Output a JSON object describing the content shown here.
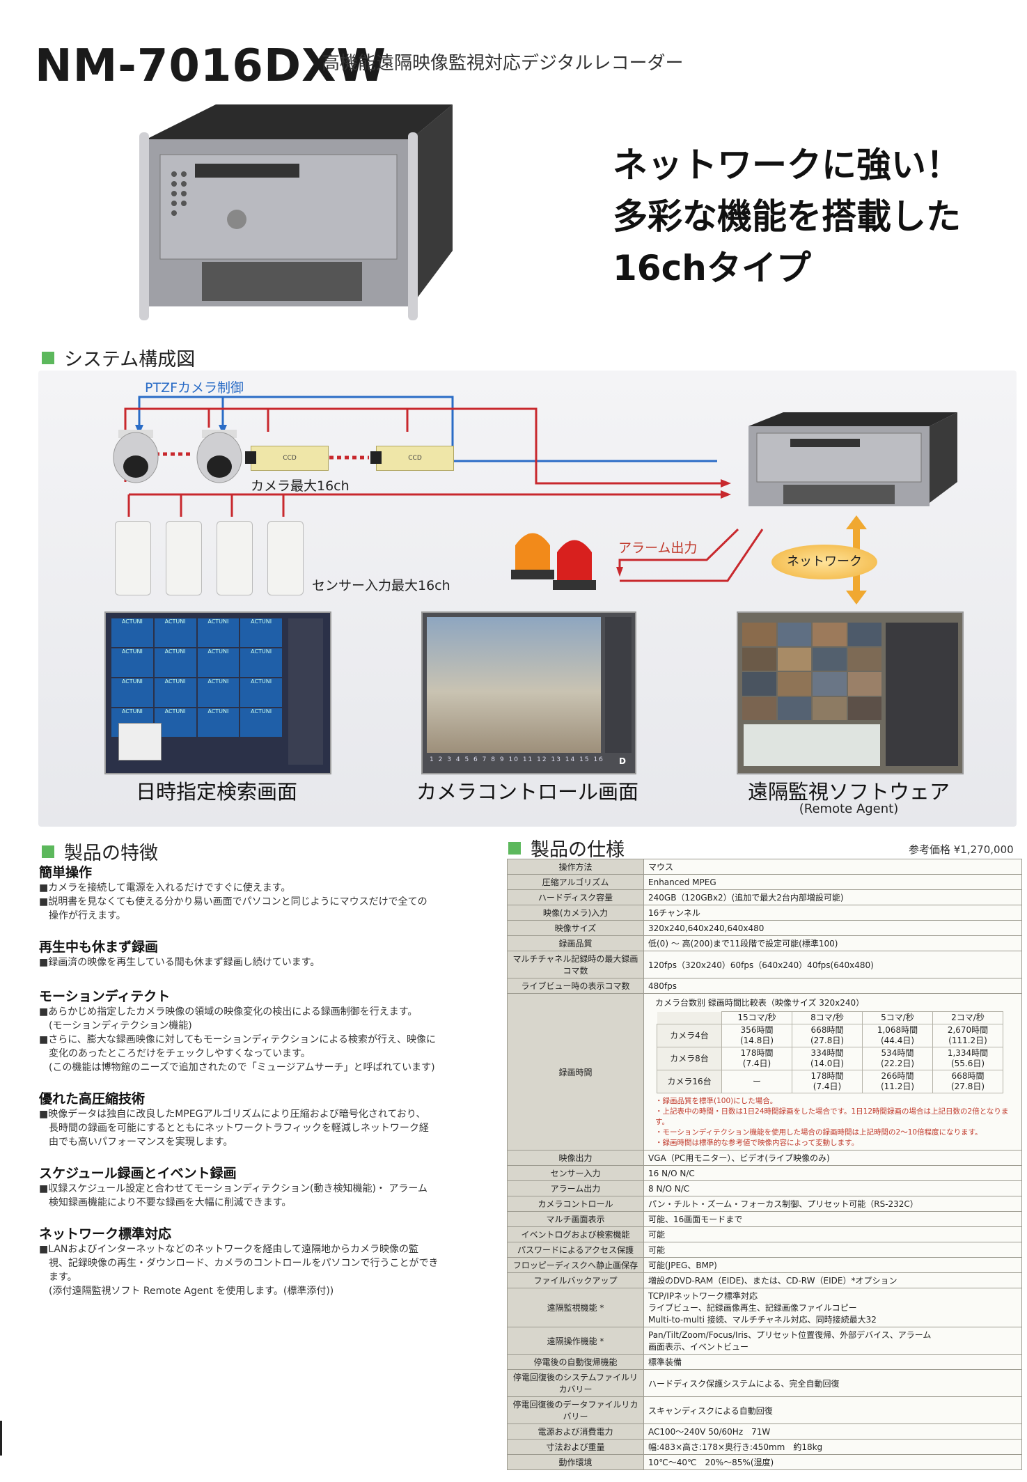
{
  "header": {
    "model": "NM-7016DXW",
    "subtitle": "高機能遠隔映像監視対応デジタルレコーダー",
    "slogan": [
      "ネットワークに強い！",
      "多彩な機能を搭載した",
      "16chタイプ"
    ]
  },
  "system": {
    "heading": "システム構成図",
    "ptz_label": "PTZFカメラ制御",
    "camera_label": "カメラ最大16ch",
    "sensor_label": "センサー入力最大16ch",
    "alarm_label": "アラーム出力",
    "network_label": "ネットワーク",
    "camera_text": "CCD",
    "screens": [
      {
        "caption": "日時指定検索画面",
        "sub": ""
      },
      {
        "caption": "カメラコントロール画面",
        "sub": ""
      },
      {
        "caption": "遠隔監視ソフトウェア",
        "sub": "(Remote Agent)"
      }
    ],
    "screen1_logo": "ACTUNI",
    "screen2_brand": "D",
    "screen2_channels": [
      "1",
      "2",
      "3",
      "4",
      "5",
      "6",
      "7",
      "8",
      "9",
      "10",
      "11",
      "12",
      "13",
      "14",
      "15",
      "16"
    ]
  },
  "features": {
    "heading": "製品の特徴",
    "items": [
      {
        "title": "簡単操作",
        "lines": [
          "■カメラを接続して電源を入れるだけですぐに使えます。",
          "■説明書を見なくても使える分かり易い画面でパソコンと同じようにマウスだけで全ての",
          "　操作が行えます。"
        ]
      },
      {
        "title": "再生中も休まず録画",
        "lines": [
          "■録画済の映像を再生している間も休まず録画し続けています。"
        ]
      },
      {
        "title": "モーションディテクト",
        "lines": [
          "■あらかじめ指定したカメラ映像の領域の映像変化の検出による録画制御を行えます。",
          "　(モーションディテクション機能)",
          "■さらに、膨大な録画映像に対してもモーションディテクションによる検索が行え、映像に",
          "　変化のあったところだけをチェックしやすくなっています。",
          "　(この機能は博物館のニーズで追加されたので「ミュージアムサーチ」と呼ばれています)"
        ]
      },
      {
        "title": "優れた高圧縮技術",
        "lines": [
          "■映像データは独自に改良したMPEGアルゴリズムにより圧縮および暗号化されており、",
          "　長時間の録画を可能にするとともにネットワークトラフィックを軽減しネットワーク経",
          "　由でも高いパフォーマンスを実現します。"
        ]
      },
      {
        "title": "スケジュール録画とイベント録画",
        "lines": [
          "■収録スケジュール設定と合わせてモーションディテクション(動き検知機能)・ アラーム",
          "　検知録画機能により不要な録画を大幅に削減できます。"
        ]
      },
      {
        "title": "ネットワーク標準対応",
        "lines": [
          "■LANおよびインターネットなどのネットワークを経由して遠隔地からカメラ映像の監",
          "　視、記録映像の再生・ダウンロード、カメラのコントロールをパソコンで行うことができ",
          "　ます。",
          "　(添付遠隔監視ソフト Remote Agent を使用します。(標準添付))"
        ]
      }
    ]
  },
  "spec": {
    "heading": "製品の仕様",
    "price": "参考価格 ¥1,270,000",
    "rows_top": [
      {
        "k": "操作方法",
        "v": "マウス"
      },
      {
        "k": "圧縮アルゴリズム",
        "v": "Enhanced MPEG"
      },
      {
        "k": "ハードディスク容量",
        "v": "240GB（120GBx2）(追加で最大2台内部増設可能)"
      },
      {
        "k": "映像(カメラ)入力",
        "v": "16チャンネル"
      },
      {
        "k": "映像サイズ",
        "v": "320x240,640x240,640x480"
      },
      {
        "k": "録画品質",
        "v": "低(0) ～ 高(200)まで11段階で設定可能(標準100)"
      },
      {
        "k": "マルチチャネル記録時の最大録画コマ数",
        "v": "120fps（320x240）60fps（640x240）40fps(640x480)"
      },
      {
        "k": "ライブビュー時の表示コマ数",
        "v": "480fps"
      }
    ],
    "rec": {
      "k": "録画時間",
      "title": "カメラ台数別 録画時間比較表（映像サイズ 320x240）",
      "cols": [
        "15コマ/秒",
        "8コマ/秒",
        "5コマ/秒",
        "2コマ/秒"
      ],
      "rows": [
        {
          "label": "カメラ4台",
          "cells": [
            [
              "356時間",
              "(14.8日)"
            ],
            [
              "668時間",
              "(27.8日)"
            ],
            [
              "1,068時間",
              "(44.4日)"
            ],
            [
              "2,670時間",
              "(111.2日)"
            ]
          ]
        },
        {
          "label": "カメラ8台",
          "cells": [
            [
              "178時間",
              "(7.4日)"
            ],
            [
              "334時間",
              "(14.0日)"
            ],
            [
              "534時間",
              "(22.2日)"
            ],
            [
              "1,334時間",
              "(55.6日)"
            ]
          ]
        },
        {
          "label": "カメラ16台",
          "cells": [
            [
              "ー",
              ""
            ],
            [
              "178時間",
              "(7.4日)"
            ],
            [
              "266時間",
              "(11.2日)"
            ],
            [
              "668時間",
              "(27.8日)"
            ]
          ]
        }
      ],
      "notes": [
        "・録画品質を標準(100)にした場合。",
        "・上記表中の時間・日数は1日24時間録画をした場合です。1日12時間録画の場合は上記日数の2倍となります。",
        "・モーションディテクション機能を使用した場合の録画時間は上記時間の2～10倍程度になります。",
        "・録画時間は標準的な参考値で映像内容によって変動します。"
      ]
    },
    "rows_bottom": [
      {
        "k": "映像出力",
        "v": [
          "VGA（PC用モニター）、ビデオ(ライブ映像のみ)"
        ]
      },
      {
        "k": "センサー入力",
        "v": [
          "16 N/O N/C"
        ]
      },
      {
        "k": "アラーム出力",
        "v": [
          "8 N/O N/C"
        ]
      },
      {
        "k": "カメラコントロール",
        "v": [
          "パン・チルト・ズーム・フォーカス制御、プリセット可能（RS-232C）"
        ]
      },
      {
        "k": "マルチ画面表示",
        "v": [
          "可能、16画面モードまで"
        ]
      },
      {
        "k": "イベントログおよび検索機能",
        "v": [
          "可能"
        ]
      },
      {
        "k": "パスワードによるアクセス保護",
        "v": [
          "可能"
        ]
      },
      {
        "k": "フロッピーディスクへ静止画保存",
        "v": [
          "可能(JPEG、BMP)"
        ]
      },
      {
        "k": "ファイルバックアップ",
        "v": [
          "増設のDVD-RAM（EIDE)、または、CD-RW（EIDE）*オプション"
        ]
      },
      {
        "k": "遠隔監視機能 *",
        "v": [
          "TCP/IPネットワーク標準対応",
          "ライブビュー、記録画像再生、記録画像ファイルコピー",
          "Multi-to-multi 接続、マルチチャネル対応、同時接続最大32"
        ]
      },
      {
        "k": "遠隔操作機能 *",
        "v": [
          "Pan/Tilt/Zoom/Focus/Iris、プリセット位置復帰、外部デバイス、アラーム",
          "画面表示、イベントビュー"
        ]
      },
      {
        "k": "停電後の自動復帰機能",
        "v": [
          "標準装備"
        ]
      },
      {
        "k": "停電回復後のシステムファイルリカバリー",
        "v": [
          "ハードディスク保護システムによる、完全自動回復"
        ]
      },
      {
        "k": "停電回復後のデータファイルリカバリー",
        "v": [
          "スキャンディスクによる自動回復"
        ]
      },
      {
        "k": "電源および消費電力",
        "v": [
          "AC100～240V 50/60Hz　71W"
        ]
      },
      {
        "k": "寸法および重量",
        "v": [
          "幅:483×高さ:178×奥行き:450mm　約18kg"
        ]
      },
      {
        "k": "動作環境",
        "v": [
          "10℃～40℃　20%～85%(湿度)"
        ]
      }
    ]
  }
}
